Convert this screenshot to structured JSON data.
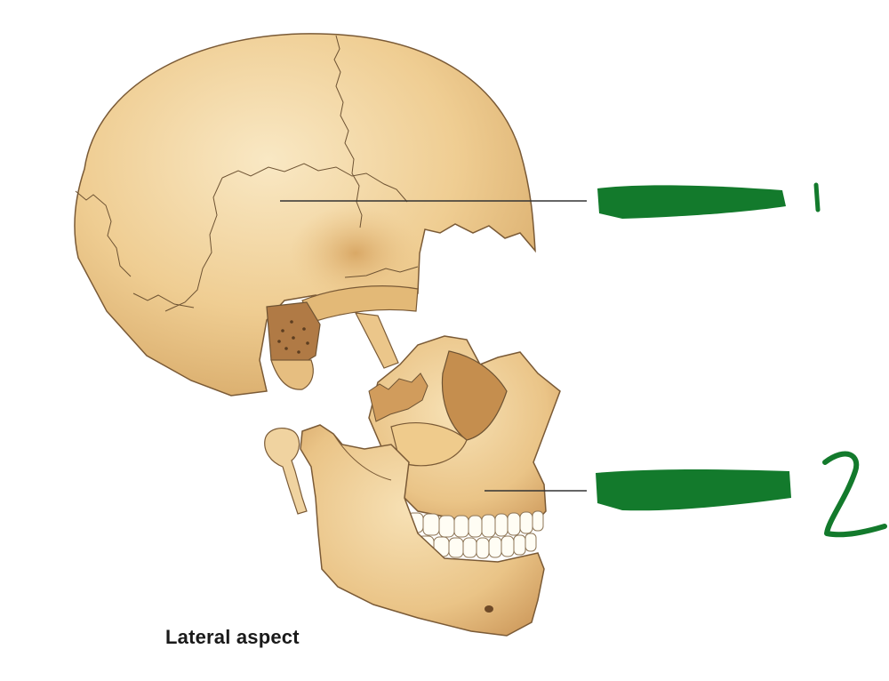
{
  "caption": "Lateral aspect",
  "labels": [
    {
      "number": "1"
    },
    {
      "number": "2"
    }
  ],
  "colors": {
    "bone": "#EDCB8E",
    "bone_shadow": "#C9965A",
    "bone_highlight": "#F8E5BF",
    "suture": "#6E5333",
    "leader_line": "#333333",
    "redaction_marker": "#137A2C",
    "teeth": "#FFFDF4"
  }
}
